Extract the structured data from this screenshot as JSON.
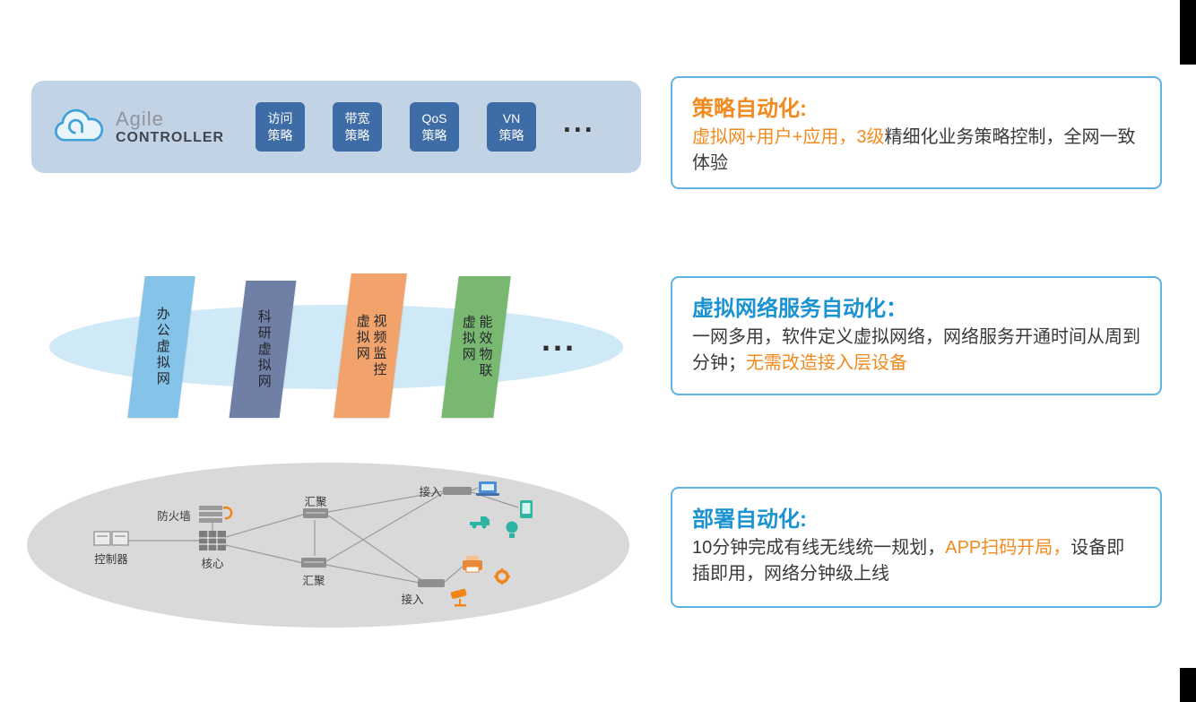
{
  "controller": {
    "logo_agile": "Agile",
    "logo_controller": "CONTROLLER",
    "policies": [
      "访问\n策略",
      "带宽\n策略",
      "QoS\n策略",
      "VN\n策略"
    ],
    "ellipsis": "..."
  },
  "vn_layer": {
    "cards": [
      {
        "label": "办公虚拟网",
        "color": "#85c3e8"
      },
      {
        "label": "科研虚拟网",
        "color": "#707fa6"
      },
      {
        "label": "视频监控\n虚拟网",
        "color": "#f2a36b"
      },
      {
        "label": "能效物联\n虚拟网",
        "color": "#79b871"
      }
    ],
    "ellipsis": "..."
  },
  "topology": {
    "labels": {
      "controller": "控制器",
      "firewall": "防火墙",
      "core": "核心",
      "agg_top": "汇聚",
      "agg_bottom": "汇聚",
      "access_top": "接入",
      "access_bottom": "接入"
    },
    "device_icons": [
      "laptop-icon",
      "tablet-icon",
      "truck-icon",
      "bulb-icon",
      "printer-icon",
      "gear-icon",
      "cctv-camera-icon"
    ]
  },
  "callouts": {
    "policy": {
      "title": "策略自动化:",
      "highlight": "虚拟网+用户+应用，3级",
      "rest": "精细化业务策略控制，全网一致体验"
    },
    "vn_service": {
      "title": "虚拟网络服务自动化：",
      "lead": "一网多用，软件定义虚拟网络，网络服务开通时间从周到分钟；",
      "highlight": "无需改造接入层设备"
    },
    "deploy": {
      "title": "部署自动化:",
      "lead": "10分钟完成有线无线统一规划，",
      "highlight": "APP扫码开局，",
      "tail": "设备即插即用，网络分钟级上线"
    }
  },
  "colors": {
    "accent_orange": "#f28a1e",
    "accent_blue": "#1a93d0",
    "callout_border": "#5eb3e4",
    "controller_bar_bg": "#c3d3e6",
    "policy_chip_bg": "#3e6ca6",
    "vn_ellipse_bg": "#cfe9f7",
    "phy_ellipse_bg": "#d9d9d9",
    "device_teal": "#2fb3a3",
    "device_blue": "#4a90d9",
    "device_orange": "#f08519"
  }
}
